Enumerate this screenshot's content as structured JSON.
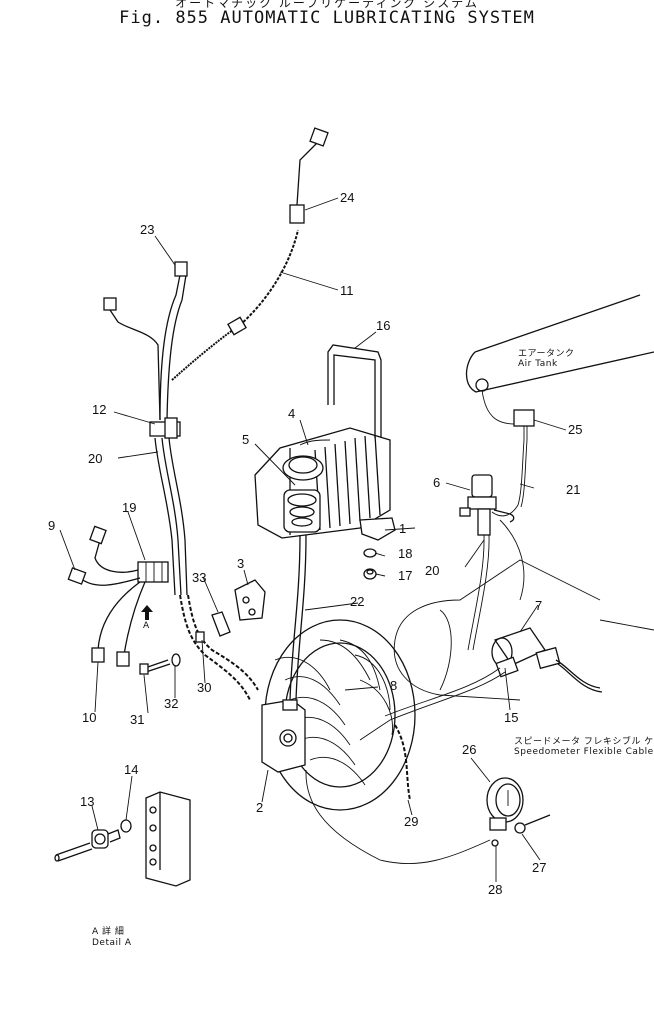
{
  "header": {
    "title_jp": "オートマチック ルーブリケーティング システム",
    "title_en": "Fig. 855  AUTOMATIC LUBRICATING SYSTEM"
  },
  "notes": {
    "air_tank_jp": "エアータンク",
    "air_tank_en": "Air Tank",
    "speedo_jp": "スピードメータ フレキシブル ケーブル",
    "speedo_en": "Speedometer Flexible Cable",
    "detail_jp": "A  詳  細",
    "detail_en": "Detail  A",
    "arrow_label": "A"
  },
  "callouts": [
    "1",
    "2",
    "3",
    "4",
    "5",
    "6",
    "7",
    "8",
    "9",
    "10",
    "11",
    "12",
    "13",
    "14",
    "15",
    "16",
    "17",
    "18",
    "19",
    "20",
    "20",
    "21",
    "22",
    "23",
    "24",
    "25",
    "26",
    "27",
    "28",
    "29",
    "30",
    "31",
    "32",
    "33"
  ]
}
